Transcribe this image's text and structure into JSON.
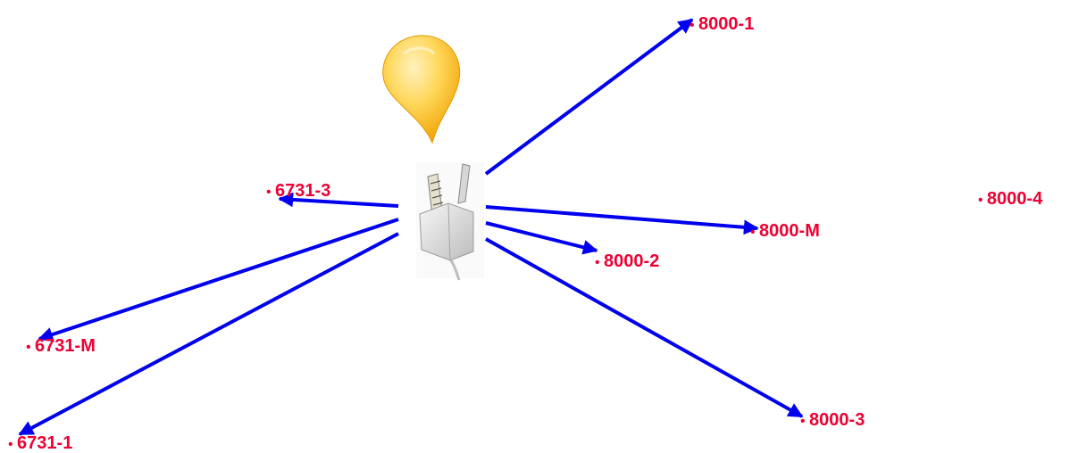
{
  "colors": {
    "arrow": "#0000ee",
    "label": "#ee0033",
    "balloon_light": "#ffe79a",
    "balloon_dark": "#f2a900"
  },
  "icons": {
    "balloon": "yellow-balloon-icon",
    "hub": "network-splitter-device-icon"
  },
  "nodes": [
    {
      "id": "8000-1",
      "label": "8000-1"
    },
    {
      "id": "8000-m",
      "label": "8000-M"
    },
    {
      "id": "8000-2",
      "label": "8000-2"
    },
    {
      "id": "8000-3",
      "label": "8000-3"
    },
    {
      "id": "8000-4",
      "label": "8000-4"
    },
    {
      "id": "6731-3",
      "label": "6731-3"
    },
    {
      "id": "6731-m",
      "label": "6731-M"
    },
    {
      "id": "6731-1",
      "label": "6731-1"
    }
  ],
  "edges": [
    {
      "from": "hub",
      "to": "8000-1"
    },
    {
      "from": "hub",
      "to": "8000-m"
    },
    {
      "from": "hub",
      "to": "8000-2"
    },
    {
      "from": "hub",
      "to": "8000-3"
    },
    {
      "from": "hub",
      "to": "6731-3"
    },
    {
      "from": "hub",
      "to": "6731-m"
    },
    {
      "from": "hub",
      "to": "6731-1"
    }
  ]
}
